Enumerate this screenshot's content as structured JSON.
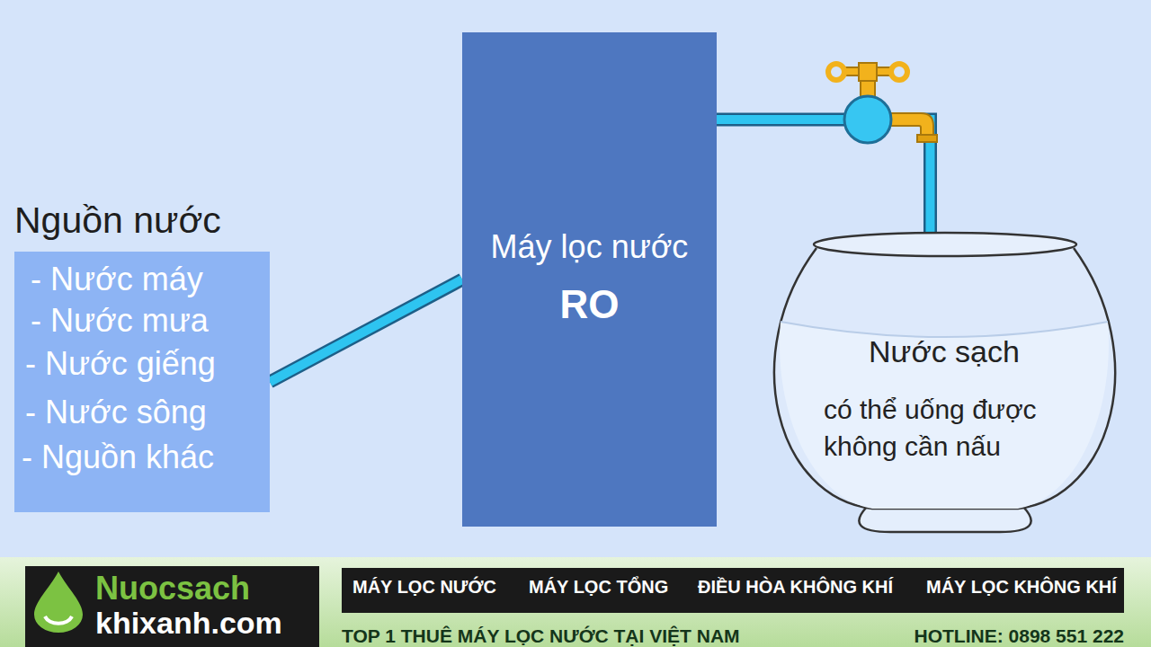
{
  "diagram": {
    "nodes": [
      {
        "text": [
          "Nguồn nước",
          "- Nước máy",
          "- Nước mưa",
          "- Nước giếng",
          "- Nước sông",
          "- Nguồn khác"
        ]
      },
      {
        "text": [
          "Máy lọc nước",
          "RO"
        ]
      },
      {
        "text": [
          "Nước sạch",
          "có thể uống được không cần nấu"
        ]
      }
    ],
    "edges": [
      {
        "from": 0,
        "to": 1,
        "arrow": "none"
      },
      {
        "from": 1,
        "to": 2,
        "arrow": "none"
      }
    ],
    "labels": [
      "Nuocsach",
      "khixanh.com",
      "MÁY LỌC NƯỚC",
      "MÁY LỌC TỔNG",
      "ĐIỀU HÒA KHÔNG KHÍ",
      "MÁY LỌC KHÔNG KHÍ",
      "TOP 1 THUÊ MÁY LỌC NƯỚC TẠI VIỆT NAM",
      "HOTLINE: 0898 551 222"
    ]
  }
}
